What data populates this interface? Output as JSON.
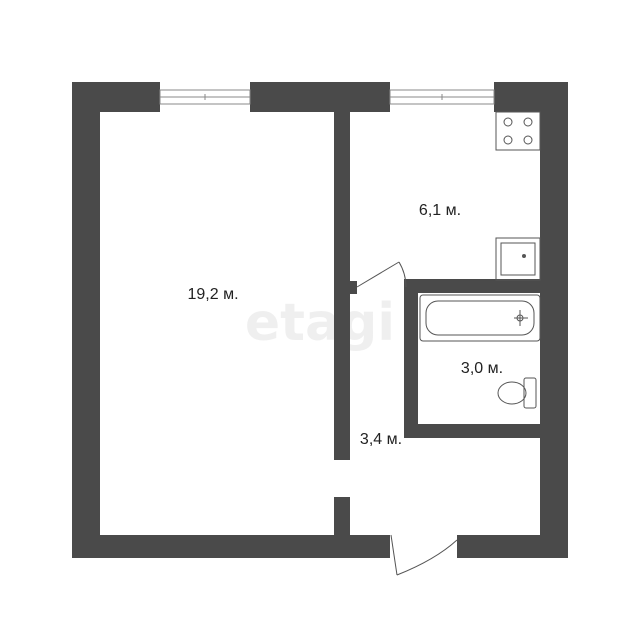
{
  "plan": {
    "rooms": [
      {
        "id": "living-room",
        "area_label": "19,2 м."
      },
      {
        "id": "kitchen",
        "area_label": "6,1 м."
      },
      {
        "id": "bathroom",
        "area_label": "3,0 м."
      },
      {
        "id": "hallway",
        "area_label": "3,4 м."
      }
    ],
    "watermark": "etagi",
    "colors": {
      "wall": "#4a4a4a",
      "background": "#ffffff",
      "fixture_stroke": "#555555"
    }
  }
}
